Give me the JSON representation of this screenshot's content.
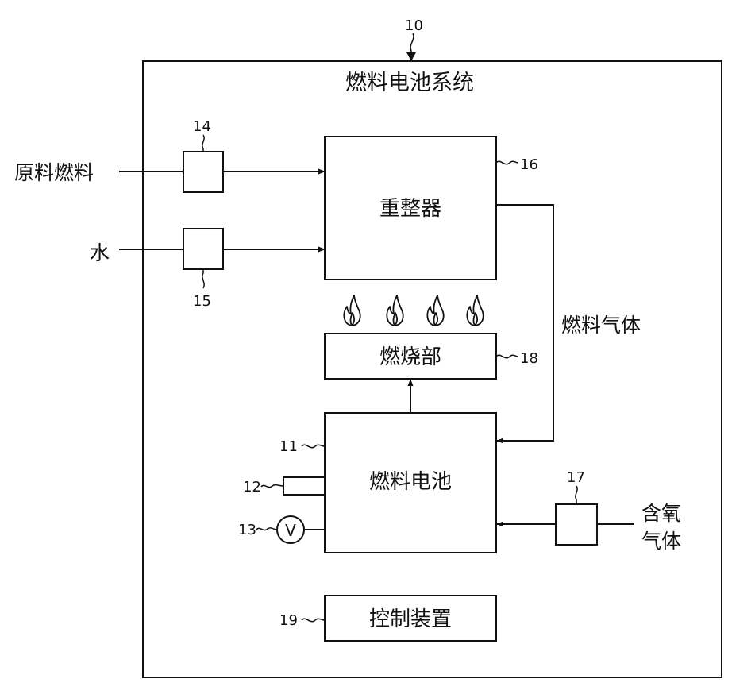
{
  "colors": {
    "stroke": "#111111",
    "background": "#ffffff"
  },
  "system": {
    "ref": "10",
    "title": "燃料电池系统"
  },
  "inputs": {
    "raw_fuel": "原料燃料",
    "water": "水",
    "oxygen_line1": "含氧",
    "oxygen_line2": "气体"
  },
  "blocks": {
    "reformer": {
      "label": "重整器",
      "ref": "16"
    },
    "burner": {
      "label": "燃烧部",
      "ref": "18"
    },
    "fuel_cell": {
      "label": "燃料电池",
      "ref": "11"
    },
    "controller": {
      "label": "控制装置",
      "ref": "19"
    }
  },
  "components": {
    "raw_fuel_pump": {
      "ref": "14"
    },
    "water_pump": {
      "ref": "15"
    },
    "oxygen_blower": {
      "ref": "17"
    },
    "sensor": {
      "ref": "12"
    },
    "voltmeter": {
      "ref": "13",
      "symbol": "V"
    }
  },
  "flows": {
    "fuel_gas": "燃料气体"
  },
  "icons": [
    "flame-icon",
    "voltmeter-icon",
    "arrow-head-icon"
  ]
}
